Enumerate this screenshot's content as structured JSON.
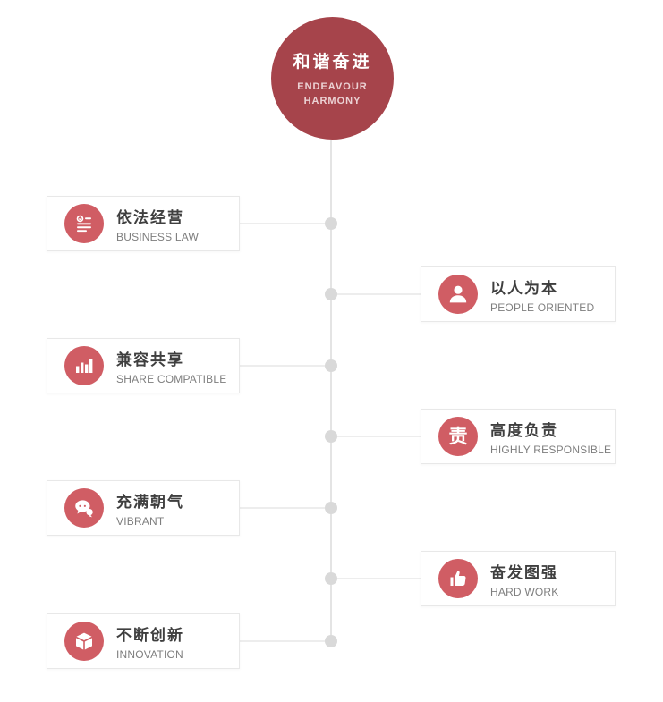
{
  "diagram": {
    "root": {
      "title": "和谐奋进",
      "subtitle_lines": [
        "ENDEAVOUR",
        "HARMONY"
      ]
    },
    "items": [
      {
        "title": "依法经营",
        "subtitle": "BUSINESS LAW",
        "icon": "law-certificate-icon",
        "side": "left"
      },
      {
        "title": "以人为本",
        "subtitle": "PEOPLE ORIENTED",
        "icon": "person-icon",
        "side": "right"
      },
      {
        "title": "兼容共享",
        "subtitle": "SHARE COMPATIBLE",
        "icon": "bar-chart-icon",
        "side": "left"
      },
      {
        "title": "高度负责",
        "subtitle": "HIGHLY RESPONSIBLE",
        "icon": "responsibility-char-icon",
        "icon_glyph": "责",
        "side": "right"
      },
      {
        "title": "充满朝气",
        "subtitle": "VIBRANT",
        "icon": "chat-bubbles-icon",
        "side": "left"
      },
      {
        "title": "奋发图强",
        "subtitle": "HARD WORK",
        "icon": "thumbs-up-icon",
        "side": "right"
      },
      {
        "title": "不断创新",
        "subtitle": "INNOVATION",
        "icon": "open-box-icon",
        "side": "left"
      }
    ],
    "colors": {
      "root_circle": "#a6444b",
      "icon_circle": "#d05d64",
      "spine": "#e4e4e4",
      "dot": "#d9d9d9",
      "card_border": "#e8e8e8",
      "title_text": "#3f3f3f",
      "subtitle_text": "#7e7e7e"
    }
  }
}
